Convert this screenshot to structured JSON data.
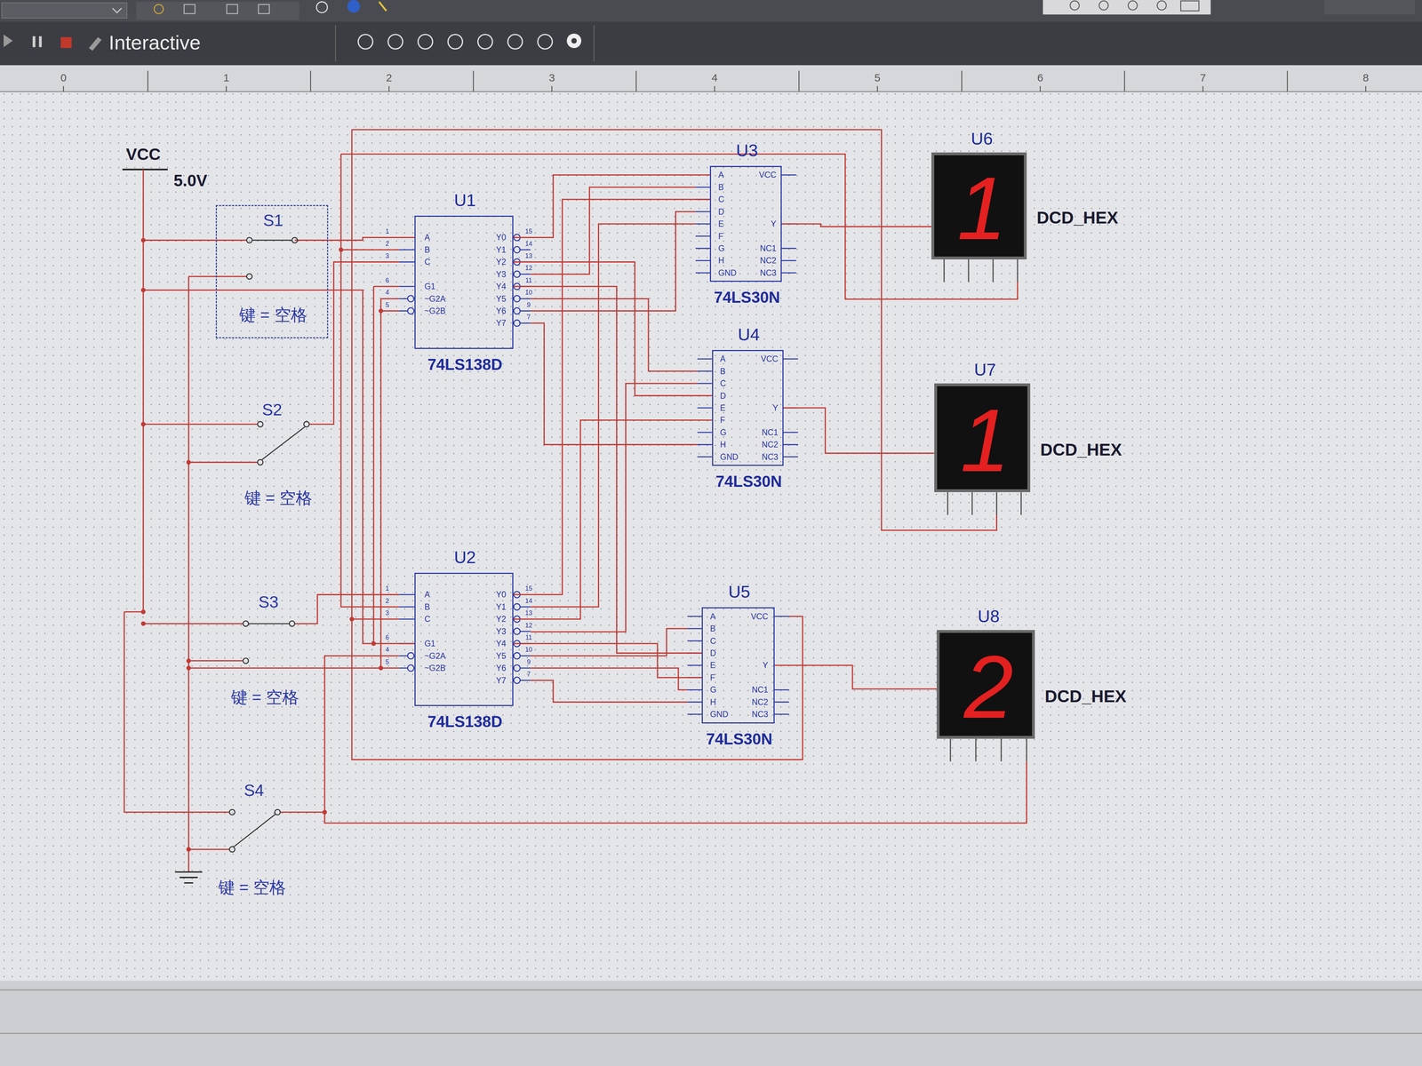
{
  "diagram": {
    "nodes": [
      {
        "text": [
          "S1",
          "键 = 空格"
        ]
      },
      {
        "text": [
          "U1",
          "74LS138D"
        ]
      },
      {
        "text": [
          "U2",
          "74LS138D"
        ]
      },
      {
        "text": [
          "U3",
          "74LS30N"
        ]
      },
      {
        "text": [
          "U4",
          "74LS30N"
        ]
      },
      {
        "text": [
          "U5",
          "74LS30N"
        ]
      },
      {
        "text": [
          "U6",
          "1",
          "DCD_HEX"
        ]
      },
      {
        "text": [
          "U7",
          "1",
          "DCD_HEX"
        ]
      },
      {
        "text": [
          "U8",
          "2",
          "DCD_HEX"
        ]
      }
    ],
    "edges": [
      {
        "from": 0,
        "to": 1,
        "arrow": "none"
      },
      {
        "from": 0,
        "to": 2,
        "arrow": "none"
      },
      {
        "from": 1,
        "to": 3,
        "arrow": "none"
      },
      {
        "from": 1,
        "to": 4,
        "arrow": "none"
      },
      {
        "from": 1,
        "to": 5,
        "arrow": "none"
      },
      {
        "from": 2,
        "to": 3,
        "arrow": "none"
      },
      {
        "from": 2,
        "to": 4,
        "arrow": "none"
      },
      {
        "from": 2,
        "to": 5,
        "arrow": "none"
      },
      {
        "from": 3,
        "to": 6,
        "arrow": "none"
      },
      {
        "from": 4,
        "to": 7,
        "arrow": "none"
      },
      {
        "from": 5,
        "to": 8,
        "arrow": "none"
      }
    ],
    "labels": [
      "Interactive",
      "VCC",
      "5.0V",
      "S2",
      "键 = 空格",
      "S3",
      "键 = 空格",
      "S4",
      "键 = 空格",
      "0",
      "1",
      "2",
      "3",
      "4",
      "5",
      "6",
      "7",
      "8",
      "A",
      "B",
      "C",
      "G1",
      "~G2A",
      "~G2B",
      "Y0",
      "Y1",
      "Y2",
      "Y3",
      "Y4",
      "Y5",
      "Y6",
      "Y7",
      "1",
      "2",
      "3",
      "6",
      "4",
      "5",
      "15",
      "14",
      "13",
      "12",
      "11",
      "10",
      "9",
      "7",
      "A",
      "B",
      "C",
      "G1",
      "~G2A",
      "~G2B",
      "Y0",
      "Y1",
      "Y2",
      "Y3",
      "Y4",
      "Y5",
      "Y6",
      "Y7",
      "1",
      "2",
      "3",
      "6",
      "4",
      "5",
      "15",
      "14",
      "13",
      "12",
      "11",
      "10",
      "9",
      "7",
      "A",
      "B",
      "C",
      "D",
      "E",
      "F",
      "G",
      "H",
      "GND",
      "VCC",
      "Y",
      "NC1",
      "NC2",
      "NC3",
      "A",
      "B",
      "C",
      "D",
      "E",
      "F",
      "G",
      "H",
      "GND",
      "VCC",
      "Y",
      "NC1",
      "NC2",
      "NC3",
      "A",
      "B",
      "C",
      "D",
      "E",
      "F",
      "G",
      "H",
      "GND",
      "VCC",
      "Y",
      "NC1",
      "NC2",
      "NC3"
    ]
  }
}
